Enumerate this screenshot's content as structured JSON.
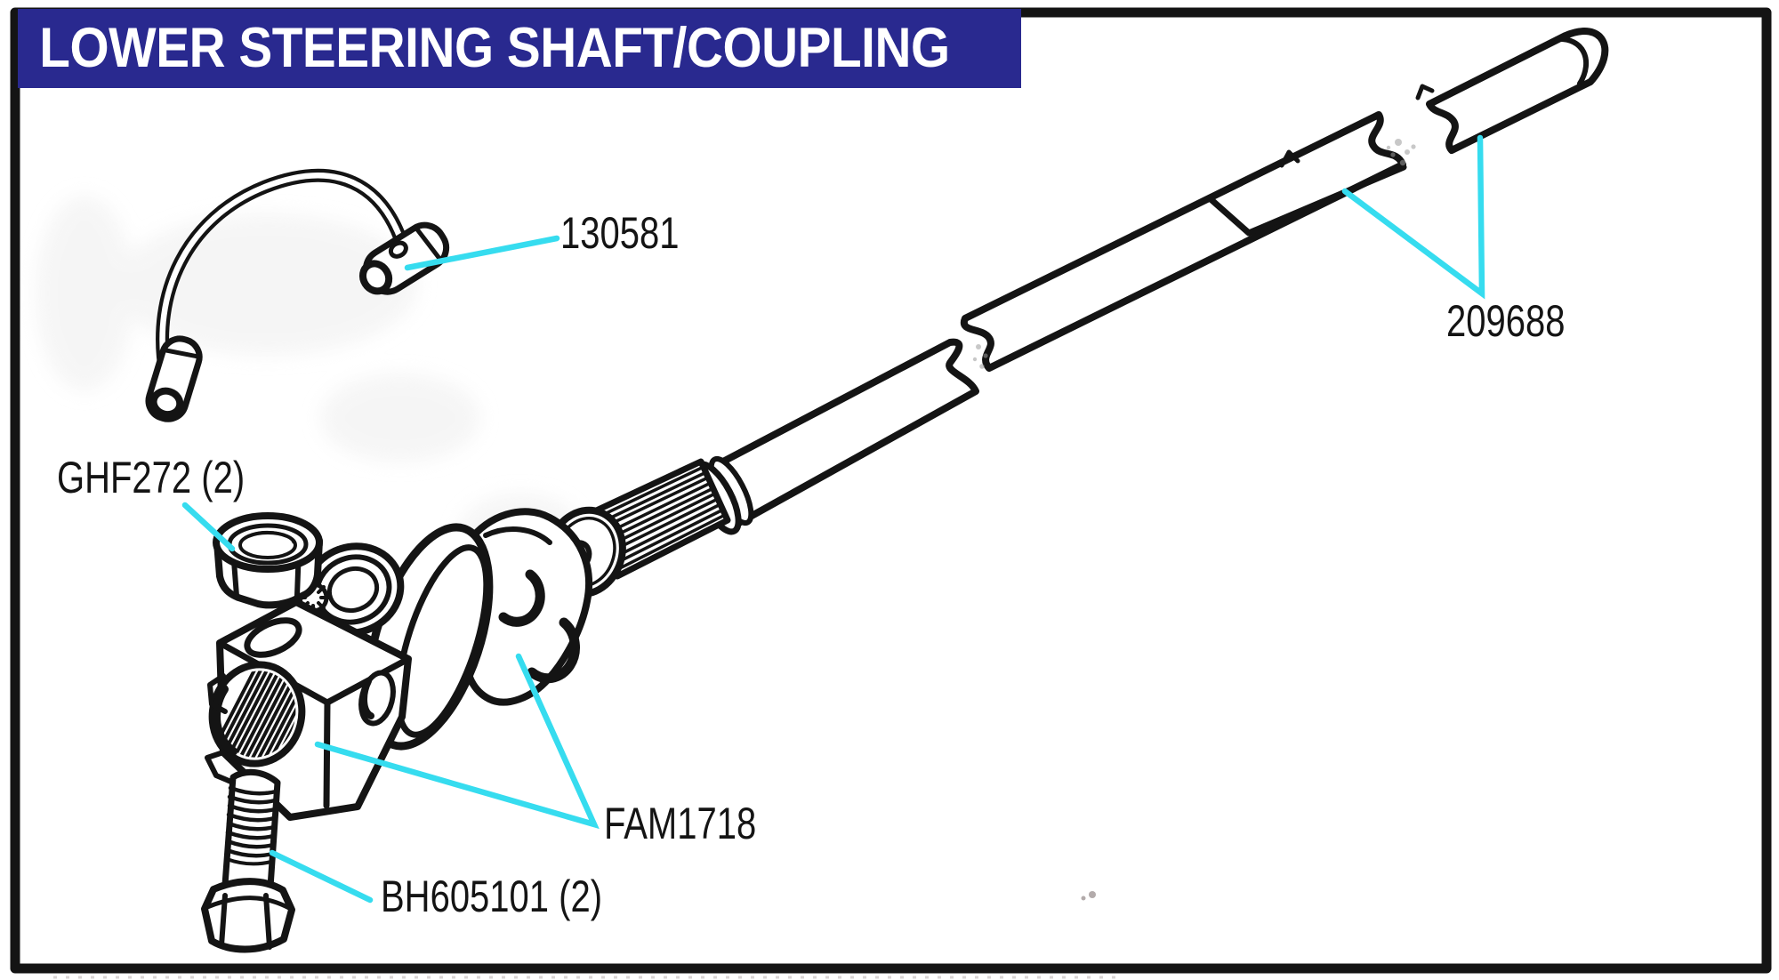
{
  "title_banner": {
    "text": "LOWER STEERING SHAFT/COUPLING"
  },
  "diagram": {
    "description": "Exploded line-art parts diagram of a lower steering shaft and coupling with cyan leader lines pointing to part numbers",
    "parts": [
      {
        "key": "ground-strap",
        "label": "130581"
      },
      {
        "key": "upper-steering-shaft",
        "label": "209688"
      },
      {
        "key": "nyloc-nut",
        "label": "GHF272 (2)"
      },
      {
        "key": "universal-joint-coupling",
        "label": "FAM1718"
      },
      {
        "key": "pinch-bolt",
        "label": "BH605101 (2)"
      }
    ],
    "colors": {
      "banner_blue": "#29298f",
      "leader_cyan": "#36dcef",
      "ink": "#141414",
      "background": "#ffffff"
    }
  }
}
